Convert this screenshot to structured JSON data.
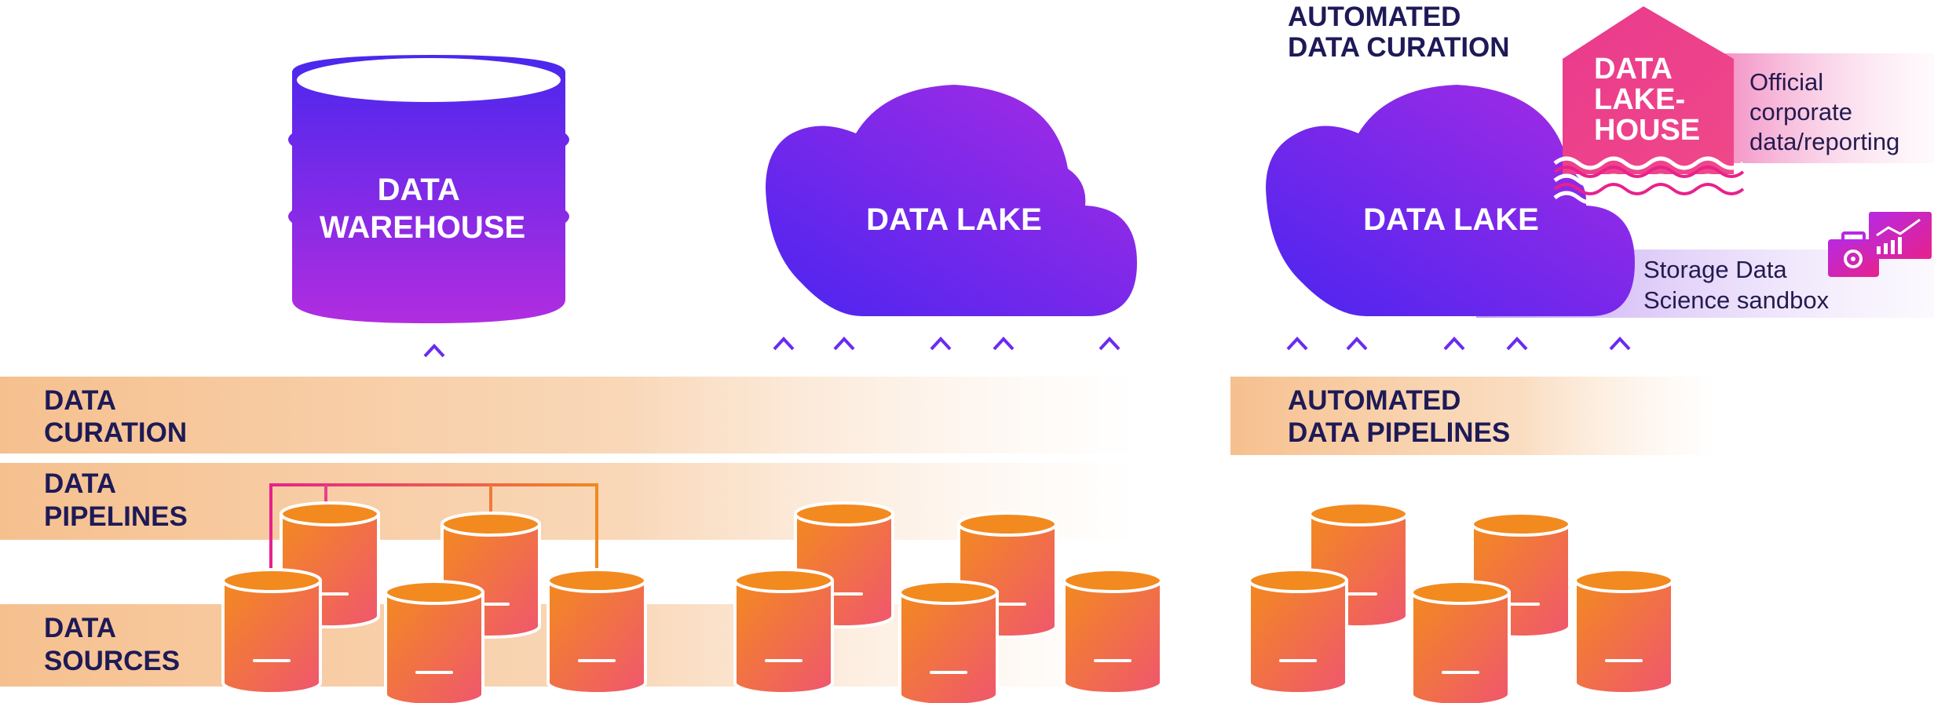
{
  "bands": {
    "curation": [
      "DATA",
      "CURATION"
    ],
    "pipelines": [
      "DATA",
      "PIPELINES"
    ],
    "sources": [
      "DATA",
      "SOURCES"
    ],
    "automated_pipelines": [
      "AUTOMATED",
      "DATA PIPELINES"
    ]
  },
  "warehouse": {
    "label": [
      "DATA",
      "WAREHOUSE"
    ]
  },
  "lake_middle": {
    "label": "DATA LAKE"
  },
  "lake_right": {
    "label": "DATA LAKE"
  },
  "automated_curation": [
    "AUTOMATED",
    "DATA CURATION"
  ],
  "lakehouse": {
    "label": [
      "DATA",
      "LAKE-",
      "HOUSE"
    ],
    "official": [
      "Official",
      "corporate",
      "data/reporting"
    ]
  },
  "sandbox": {
    "label": [
      "Storage Data",
      "Science sandbox"
    ]
  },
  "colors": {
    "navy": "#1e1a57",
    "purple_start": "#4a24ef",
    "purple_end": "#a62ae6",
    "magenta": "#e8218c",
    "orange": "#f08a1e",
    "coral": "#f05a6e",
    "band": "#f7c89a"
  }
}
